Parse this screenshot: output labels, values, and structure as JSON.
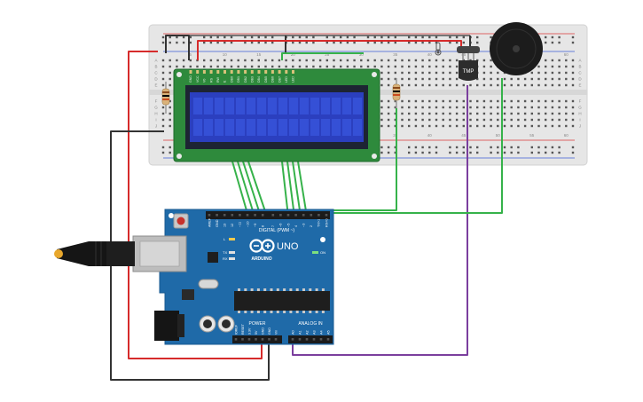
{
  "breadboard": {
    "column_numbers": [
      "5",
      "10",
      "15",
      "20",
      "25",
      "30",
      "35",
      "40",
      "45",
      "50",
      "55",
      "60"
    ],
    "row_letters_top": [
      "A",
      "B",
      "C",
      "D",
      "E"
    ],
    "row_letters_bottom": [
      "F",
      "G",
      "H",
      "I",
      "J"
    ]
  },
  "lcd": {
    "pin_labels": [
      "GND",
      "VCC",
      "V0",
      "RS",
      "RW",
      "E",
      "DB0",
      "DB1",
      "DB2",
      "DB3",
      "DB4",
      "DB5",
      "DB6",
      "DB7",
      "LED",
      "LED"
    ]
  },
  "sensor": {
    "label": "TMP"
  },
  "arduino": {
    "brand": "ARDUINO",
    "model": "UNO",
    "digital_label": "DIGITAL (PWM ~)",
    "power_label": "POWER",
    "analog_label": "ANALOG IN",
    "on_label": "ON",
    "tx_label": "TX",
    "rx_label": "RX",
    "l_label": "L",
    "digital_pins": [
      "AREF",
      "GND",
      "13",
      "12",
      "~11",
      "~10",
      "~9",
      "8",
      "7",
      "~6",
      "~5",
      "4",
      "~3",
      "2",
      "TX>1",
      "RX<0"
    ],
    "power_pins": [
      "IOREF",
      "RESET",
      "3.3V",
      "5V",
      "GND",
      "GND",
      "Vin"
    ],
    "analog_pins": [
      "A0",
      "A1",
      "A2",
      "A3",
      "A4",
      "A5"
    ]
  },
  "colors": {
    "wire_red": "#d62b2b",
    "wire_black": "#333333",
    "wire_green": "#36b24a",
    "wire_purple": "#7b3f9e",
    "board_blue": "#1f6aa8",
    "lcd_frame": "#2e8a3c",
    "lcd_screen": "#2b3fbf"
  }
}
